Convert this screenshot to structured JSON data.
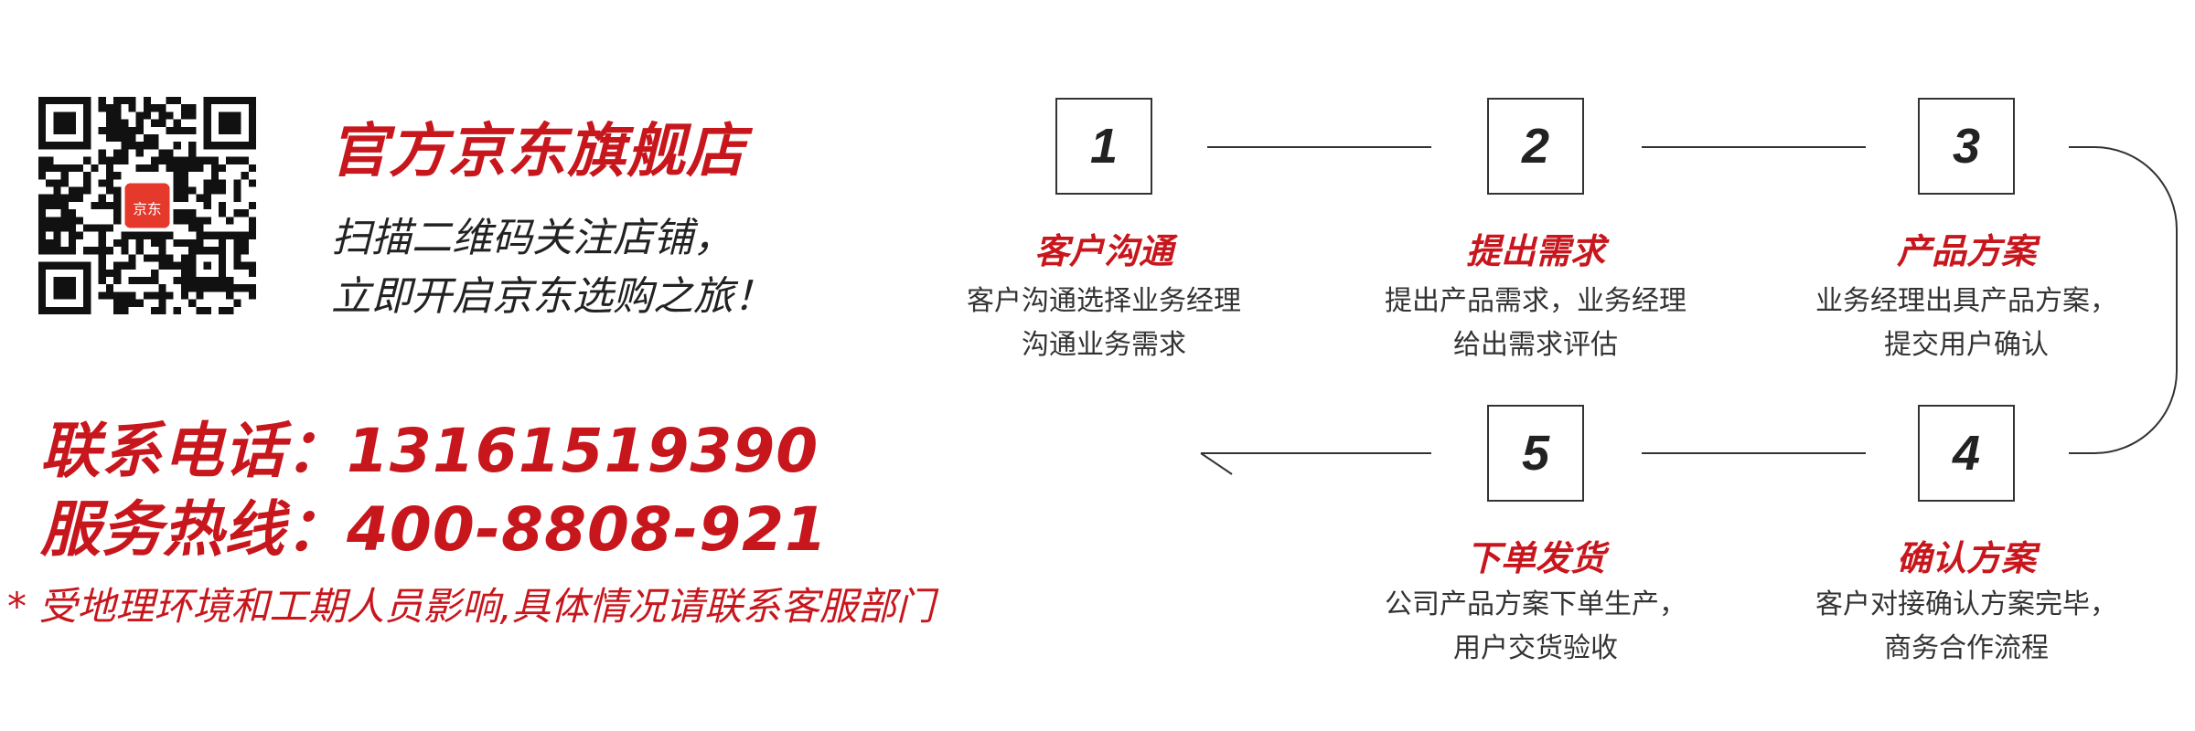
{
  "store": {
    "title": "官方京东旗舰店",
    "slogan_line1": "扫描二维码关注店铺，",
    "slogan_line2": "立即开启京东选购之旅！"
  },
  "qr_badge_text": "京东",
  "contact": {
    "phone": "联系电话：13161519390",
    "hotline": "服务热线：400-8808-921"
  },
  "disclaimer": "* 受地理环境和工期人员影响,具体情况请联系客服部门",
  "colors": {
    "accent_red": "#c8161d",
    "text_dark": "#222222",
    "line": "#333333"
  },
  "steps": [
    {
      "number": "1",
      "title": "客户沟通",
      "desc": [
        "客户沟通选择业务经理",
        "沟通业务需求"
      ]
    },
    {
      "number": "2",
      "title": "提出需求",
      "desc": [
        "提出产品需求，业务经理",
        "给出需求评估"
      ]
    },
    {
      "number": "3",
      "title": "产品方案",
      "desc": [
        "业务经理出具产品方案，",
        "提交用户确认"
      ]
    },
    {
      "number": "4",
      "title": "确认方案",
      "desc": [
        "客户对接确认方案完毕，",
        "商务合作流程"
      ]
    },
    {
      "number": "5",
      "title": "下单发货",
      "desc": [
        "公司产品方案下单生产，",
        "用户交货验收"
      ]
    }
  ]
}
